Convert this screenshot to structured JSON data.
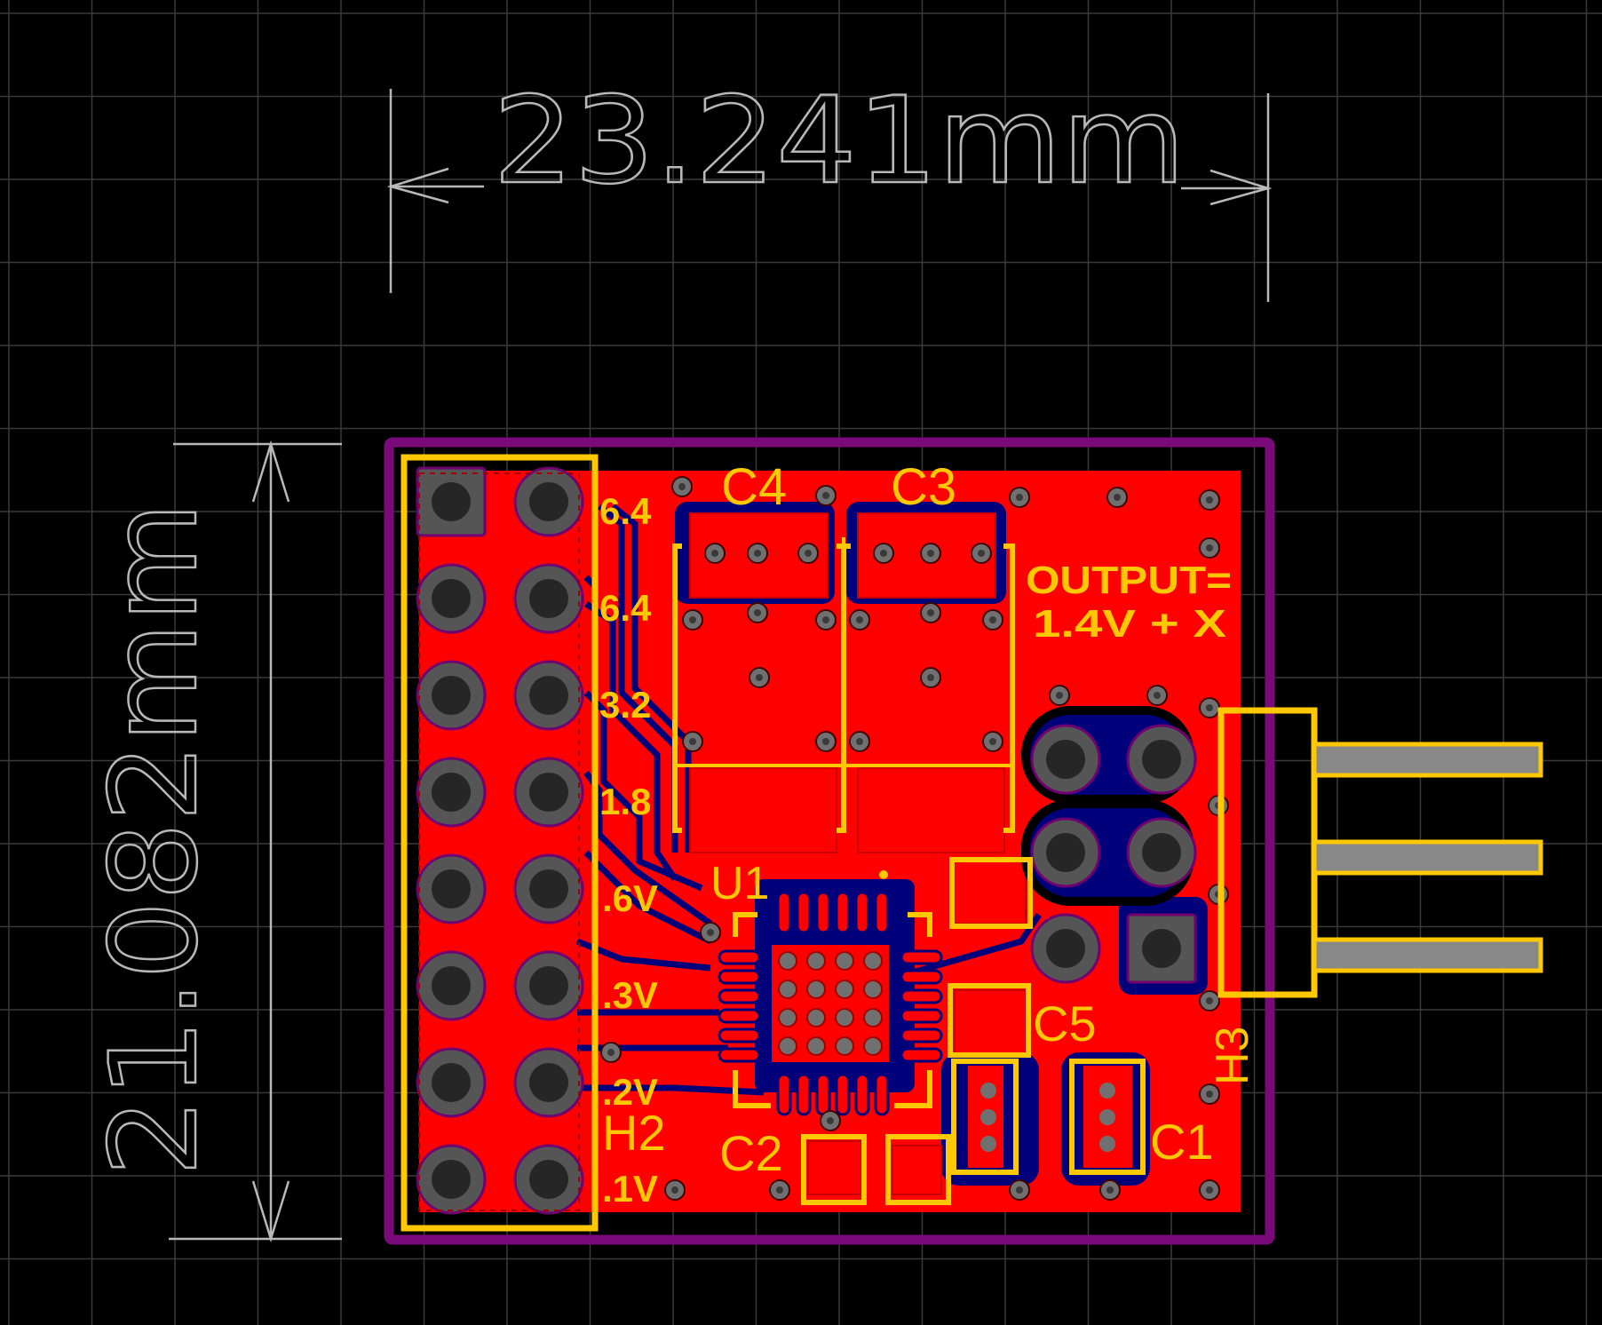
{
  "dimensions": {
    "width_label": "23.241mm",
    "height_label": "21.082mm"
  },
  "designators": {
    "c4": "C4",
    "c3": "C3",
    "c5": "C5",
    "c2": "C2",
    "c1": "C1",
    "u1": "U1",
    "h2": "H2",
    "h3": "H3"
  },
  "voltage_labels": [
    "6.4",
    "6.4",
    "3.2",
    "1.8",
    ".6V",
    ".3V",
    ".2V",
    ".1V"
  ],
  "output_note": {
    "line1": "OUTPUT=",
    "line2": "1.4V + X"
  },
  "colors": {
    "background": "#000000",
    "grid": "#3a3a3a",
    "board_outline": "#7a0a7a",
    "copper_top": "#ff0000",
    "copper_bottom": "#00007a",
    "silkscreen": "#ffc800",
    "dimension": "#b8b8b8",
    "pad": "#555555",
    "pin_header": "#888888"
  }
}
